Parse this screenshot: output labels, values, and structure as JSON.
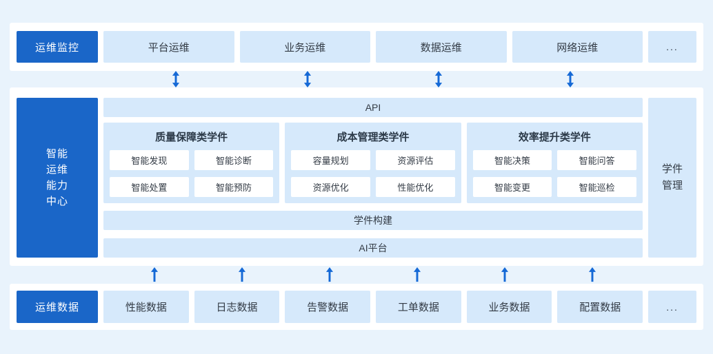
{
  "colors": {
    "primary": "#1a66c8",
    "light": "#d6e9fb",
    "arrow": "#1569d6",
    "bg": "#e9f3fc",
    "card": "#ffffff",
    "text": "#333b45"
  },
  "top_section": {
    "label": "运维监控",
    "items": [
      "平台运维",
      "业务运维",
      "数据运维",
      "网络运维"
    ],
    "more": "..."
  },
  "middle_section": {
    "label": "智能运维能力中心",
    "label_lines": [
      "智能",
      "运维",
      "能力",
      "中心"
    ],
    "api_bar": "API",
    "groups": [
      {
        "title": "质量保障类学件",
        "items": [
          "智能发现",
          "智能诊断",
          "智能处置",
          "智能预防"
        ]
      },
      {
        "title": "成本管理类学件",
        "items": [
          "容量规划",
          "资源评估",
          "资源优化",
          "性能优化"
        ]
      },
      {
        "title": "效率提升类学件",
        "items": [
          "智能决策",
          "智能问答",
          "智能变更",
          "智能巡检"
        ]
      }
    ],
    "side_label": "学件管理",
    "side_label_lines": [
      "学件",
      "管理"
    ],
    "build_bar": "学件构建",
    "ai_bar": "AI平台"
  },
  "bottom_section": {
    "label": "运维数据",
    "items": [
      "性能数据",
      "日志数据",
      "告警数据",
      "工单数据",
      "业务数据",
      "配置数据"
    ],
    "more": "..."
  }
}
